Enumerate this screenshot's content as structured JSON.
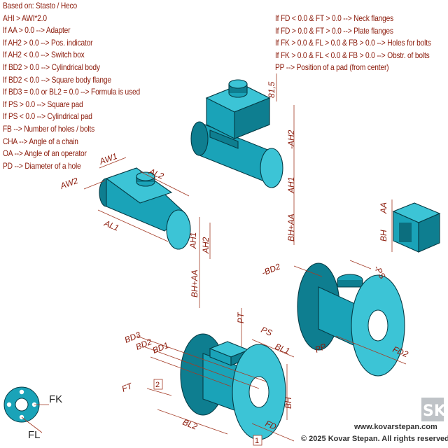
{
  "notes_left": [
    "Based on: Stasto / Heco",
    "AHI > AWI*2.0",
    "If AA > 0.0 --> Adapter",
    "If AH2 > 0.0 --> Pos. indicator",
    "If AH2 < 0.0 --> Switch box",
    "If BD2 > 0.0 --> Cylindrical body",
    "If BD2 < 0.0 --> Square body flange",
    "If BD3 = 0.0 or BL2 = 0.0 --> Formula is used",
    "If PS > 0.0 --> Square pad",
    "If PS < 0.0 --> Cylindrical pad",
    "FB   --> Number of holes / bolts",
    "CHA --> Angle of a chain",
    "OA  --> Angle of an operator",
    "PD   --> Diameter of a hole"
  ],
  "notes_right": [
    "If FD < 0.0 & FT > 0.0 --> Neck flanges",
    "If FD > 0.0 & FT > 0.0 --> Plate flanges",
    "If FK > 0.0 & FL > 0.0 & FB > 0.0 --> Holes for bolts",
    "If FK > 0.0 & FL < 0.0 & FB > 0.0 --> Obstr. of bolts",
    "PP --> Position of a pad (from center)"
  ],
  "dimension_labels": {
    "aw1": "AW1",
    "aw2": "AW2",
    "al2": "AL2",
    "al1": "AL1",
    "ah1_left": "AH1",
    "ah2_left": "AH2",
    "bhaa_left": "BH+AA",
    "d815": "81,5",
    "ah2_top": "-AH2",
    "ah1_top": "AH1",
    "bhaa_top": "BH+AA",
    "aa": "AA",
    "bh_pad": "BH",
    "bd2_neg": "-BD2",
    "ps_neg": "-PS",
    "pp": "PP",
    "fd_right": "FD2",
    "pt": "PT",
    "bd3": "BD3",
    "bd2": "BD2",
    "bd1": "BD1",
    "ps": "PS",
    "bl1": "BL1",
    "ft": "FT",
    "bl2": "BL2",
    "bh_bottom": "BH",
    "fd": "FD",
    "box2": "2",
    "box1": "1",
    "fk": "FK",
    "fl": "FL"
  },
  "footer": {
    "website": "www.kovarstepan.com",
    "copyright": "© 2025 Kovar Stepan. All rights reserved."
  },
  "logo": {
    "text": "SK"
  },
  "colors": {
    "body": "#1aa3b8",
    "dimension": "#8b1a0a"
  }
}
